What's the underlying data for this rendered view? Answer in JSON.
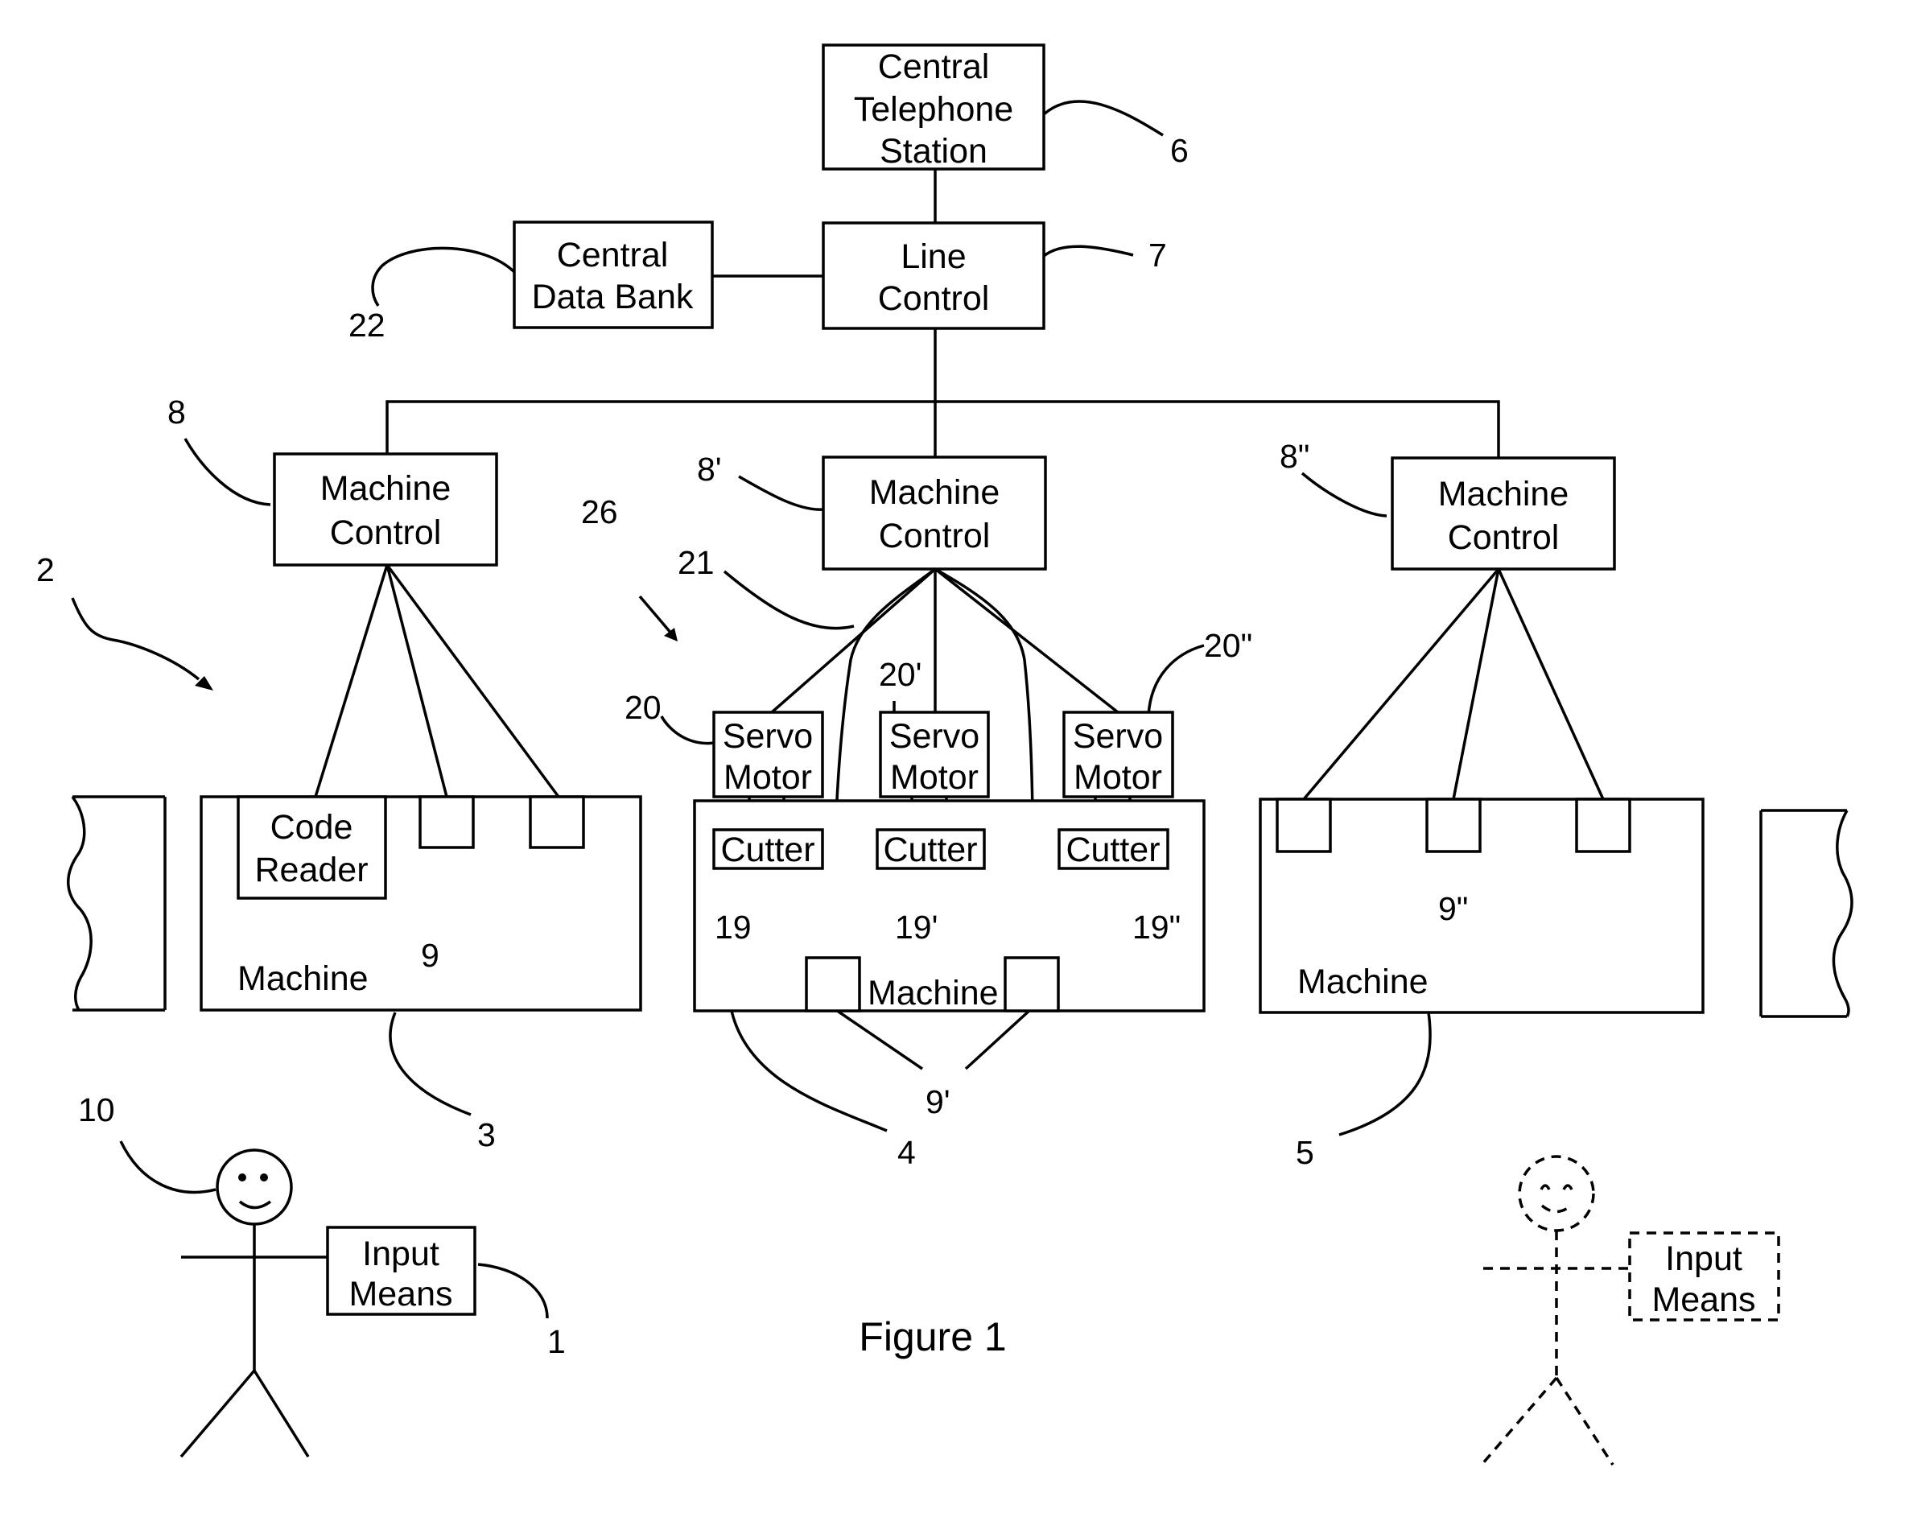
{
  "boxes": {
    "central_telephone_station": [
      "Central",
      "Telephone",
      "Station"
    ],
    "line_control": [
      "Line",
      "Control"
    ],
    "central_data_bank": [
      "Central",
      "Data Bank"
    ],
    "machine_control": [
      "Machine",
      "Control"
    ],
    "servo_motor": [
      "Servo",
      "Motor"
    ],
    "cutter": "Cutter",
    "code_reader": [
      "Code",
      "Reader"
    ],
    "machine": "Machine",
    "input_means": [
      "Input",
      "Means"
    ]
  },
  "refs": {
    "r6": "6",
    "r7": "7",
    "r22": "22",
    "r8": "8",
    "r8p": "8'",
    "r8pp": "8\"",
    "r26": "26",
    "r21": "21",
    "r2": "2",
    "r20": "20",
    "r20p": "20'",
    "r20pp": "20\"",
    "r19": "19",
    "r19p": "19'",
    "r19pp": "19\"",
    "r9": "9",
    "r9p": "9'",
    "r9pp": "9\"",
    "r3": "3",
    "r4": "4",
    "r5": "5",
    "r10": "10",
    "r1": "1"
  },
  "caption": "Figure 1"
}
